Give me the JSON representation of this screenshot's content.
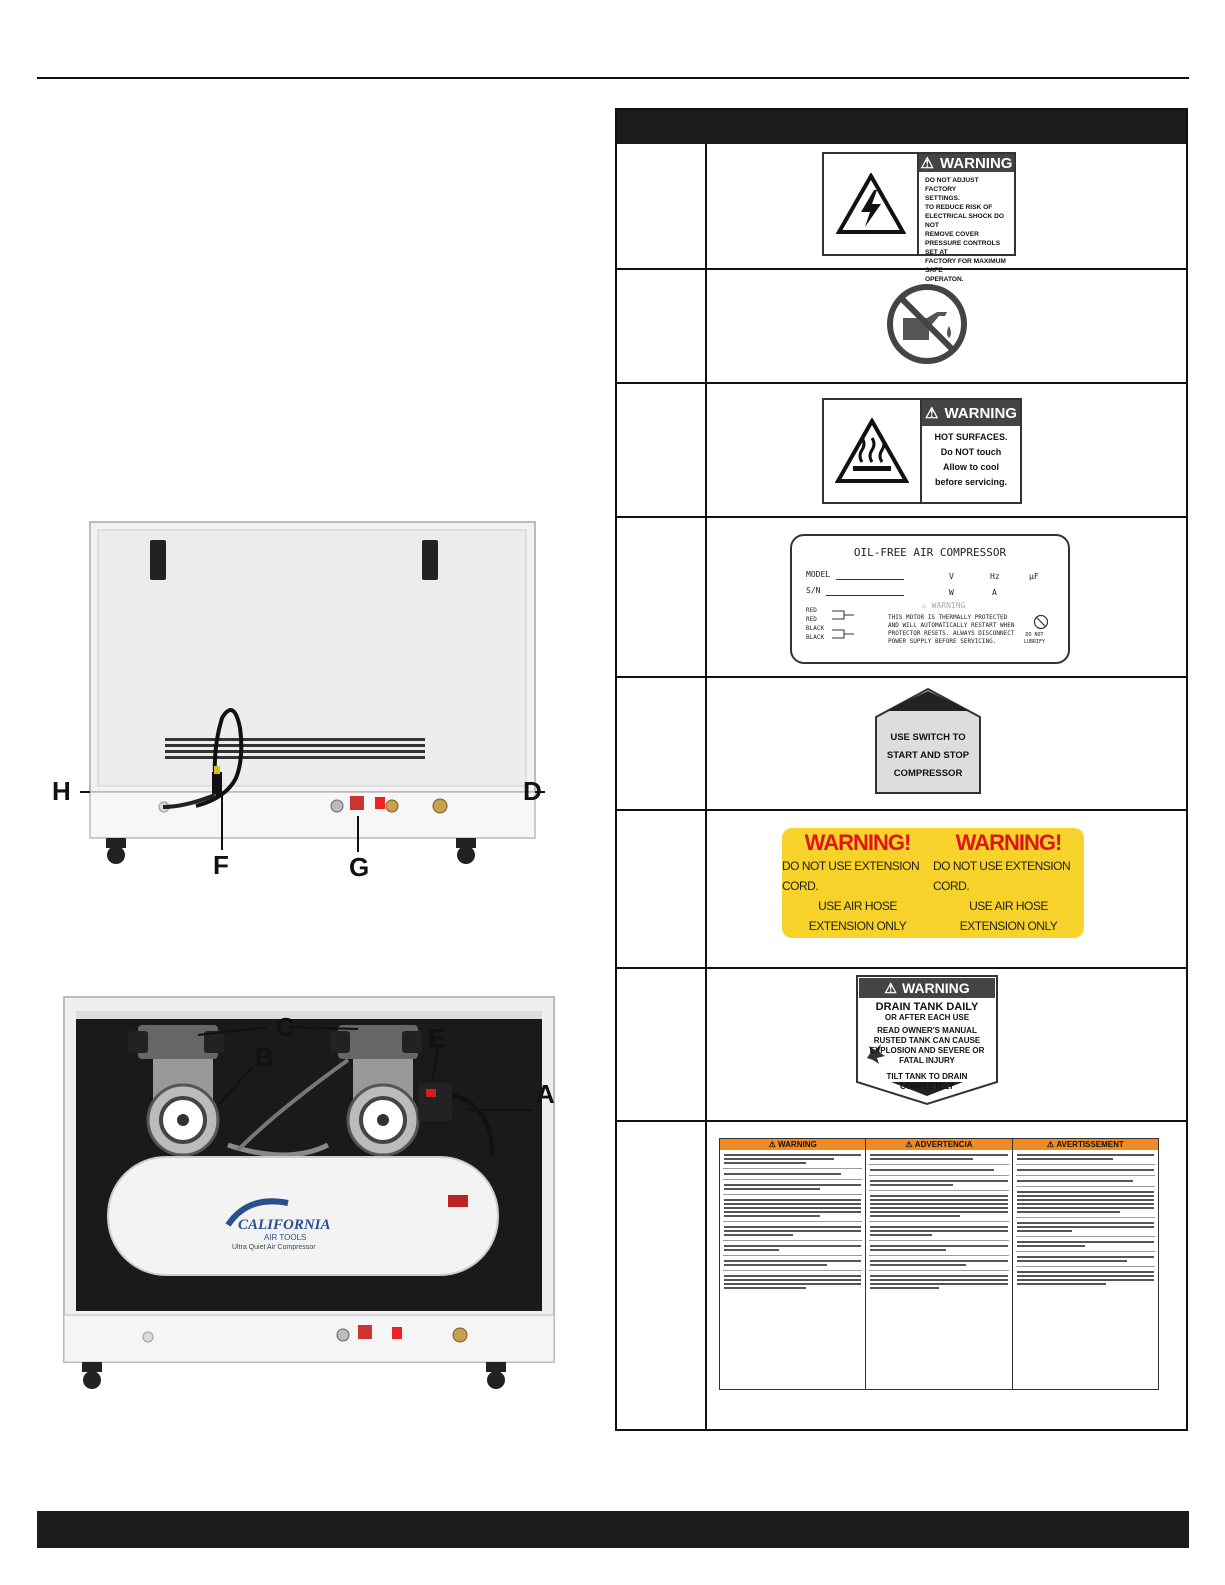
{
  "callouts": {
    "a": "A",
    "b": "B",
    "c": "C",
    "d": "D",
    "e": "E",
    "f": "F",
    "g": "G",
    "h": "H"
  },
  "labels": {
    "electrical": {
      "header": "WARNING",
      "lines": [
        "DO NOT ADJUST FACTORY",
        "SETTINGS.",
        "TO REDUCE RISK OF",
        "ELECTRICAL SHOCK DO NOT",
        "REMOVE  COVER",
        "PRESSURE CONTROLS SET AT",
        "FACTORY FOR MAXIMUM SAFE",
        "OPERATON."
      ]
    },
    "hot": {
      "header": "WARNING",
      "lines": [
        "HOT SURFACES.",
        "Do NOT touch",
        "Allow to cool",
        "before servicing."
      ]
    },
    "nameplate": {
      "title": "OIL-FREE AIR COMPRESSOR",
      "model": "MODEL",
      "sn": "S/N",
      "v": "V",
      "hz": "Hz",
      "uf": "μF",
      "w": "W",
      "a": "A",
      "warning": "WARNING",
      "wires": [
        "RED",
        "RED",
        "BLACK",
        "BLACK"
      ],
      "motor_lines": [
        "THIS MOTOR IS THERMALLY PROTECTED",
        "AND WILL AUTOMATICALLY RESTART WHEN",
        "PROTECTOR RESETS. ALWAYS DISCONNECT",
        "POWER SUPPLY BEFORE SERVICING."
      ],
      "no_lub": [
        "DO NOT",
        "LUBRIFY"
      ]
    },
    "switch": {
      "lines": [
        "USE SWITCH TO",
        "START AND STOP",
        "COMPRESSOR"
      ]
    },
    "extension": {
      "left": {
        "title": "WARNING!",
        "lines": [
          "DO NOT USE EXTENSION CORD.",
          "USE AIR HOSE",
          "EXTENSION ONLY"
        ]
      },
      "right": {
        "title": "WARNING!",
        "lines": [
          "DO NOT USE EXTENSION CORD.",
          "USE AIR HOSE",
          "EXTENSION ONLY"
        ]
      }
    },
    "drain": {
      "header": "WARNING",
      "lines": [
        "DRAIN TANK DAILY",
        "OR AFTER EACH USE",
        "READ OWNER'S MANUAL",
        "RUSTED TANK CAN CAUSE",
        "EXPLOSION AND SEVERE OR",
        "FATAL INJURY",
        "TILT TANK TO DRAIN",
        "COMPLETELY"
      ]
    },
    "trilingual": {
      "headers": [
        "WARNING",
        "ADVERTENCIA",
        "AVERTISSEMENT"
      ]
    }
  },
  "photo": {
    "brand": "CALIFORNIA",
    "brand_sub": "AIR TOOLS",
    "tagline": "Ultra Quiet Air Compressor"
  },
  "colors": {
    "ext_yellow": "#f6d22a",
    "ext_red": "#e0141b",
    "tri_orange": "#f08a22",
    "header_dark": "#1c1c1c"
  }
}
